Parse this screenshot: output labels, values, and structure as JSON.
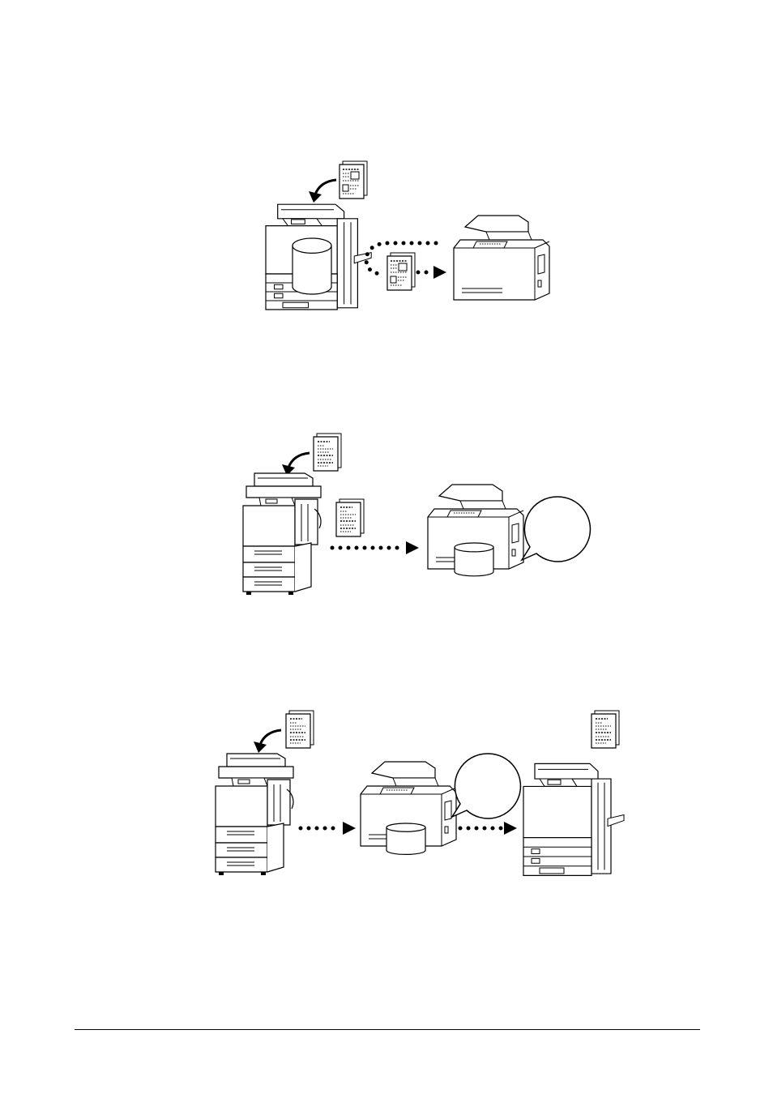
{
  "page": {
    "figures": [
      {
        "id": "fig1",
        "icons": [
          "mfp-large-icon",
          "hard-disk-icon",
          "document-icon",
          "dotted-arrow-icon",
          "mfp-compact-icon"
        ]
      },
      {
        "id": "fig2",
        "icons": [
          "mfp-medium-icon",
          "document-icon",
          "dotted-arrow-icon",
          "mfp-compact-icon",
          "hard-disk-icon",
          "speech-bubble-icon"
        ]
      },
      {
        "id": "fig3",
        "icons": [
          "mfp-medium-icon",
          "document-icon",
          "dotted-arrow-icon",
          "mfp-compact-icon",
          "hard-disk-icon",
          "speech-bubble-icon",
          "mfp-large-icon"
        ]
      }
    ],
    "line_color": "#000000",
    "background": "#ffffff"
  }
}
